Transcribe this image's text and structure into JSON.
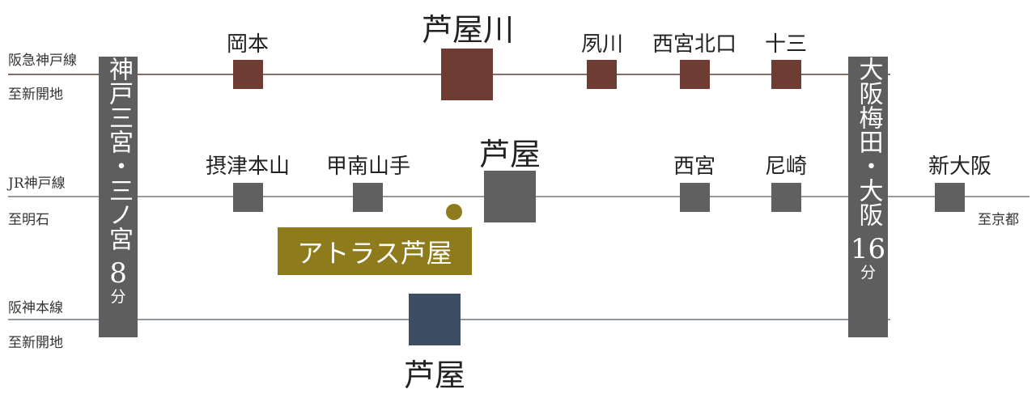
{
  "colors": {
    "hankyu": "#6e3c33",
    "jr": "#606060",
    "hanshin": "#3b4e63",
    "highlight": "#8d7b1c",
    "terminal": "#5e5e5e"
  },
  "lines": {
    "hankyu": {
      "name": "阪急神戸線",
      "direction": "至新開地"
    },
    "jr": {
      "name": "JR神戸線",
      "direction": "至明石",
      "direction_east": "至京都"
    },
    "hanshin": {
      "name": "阪神本線",
      "direction": "至新開地"
    }
  },
  "terminals": {
    "kobe": {
      "name": "神戸三宮・三ノ宮",
      "minutes": "8",
      "unit": "分"
    },
    "osaka": {
      "name": "大阪梅田・大阪",
      "minutes": "16",
      "unit": "分"
    }
  },
  "hankyu_stations": [
    "岡本",
    "芦屋川",
    "夙川",
    "西宮北口",
    "十三"
  ],
  "jr_stations": [
    "摂津本山",
    "甲南山手",
    "芦屋",
    "西宮",
    "尼崎",
    "新大阪"
  ],
  "hanshin_stations": [
    "芦屋"
  ],
  "property": {
    "name": "アトラス芦屋"
  }
}
